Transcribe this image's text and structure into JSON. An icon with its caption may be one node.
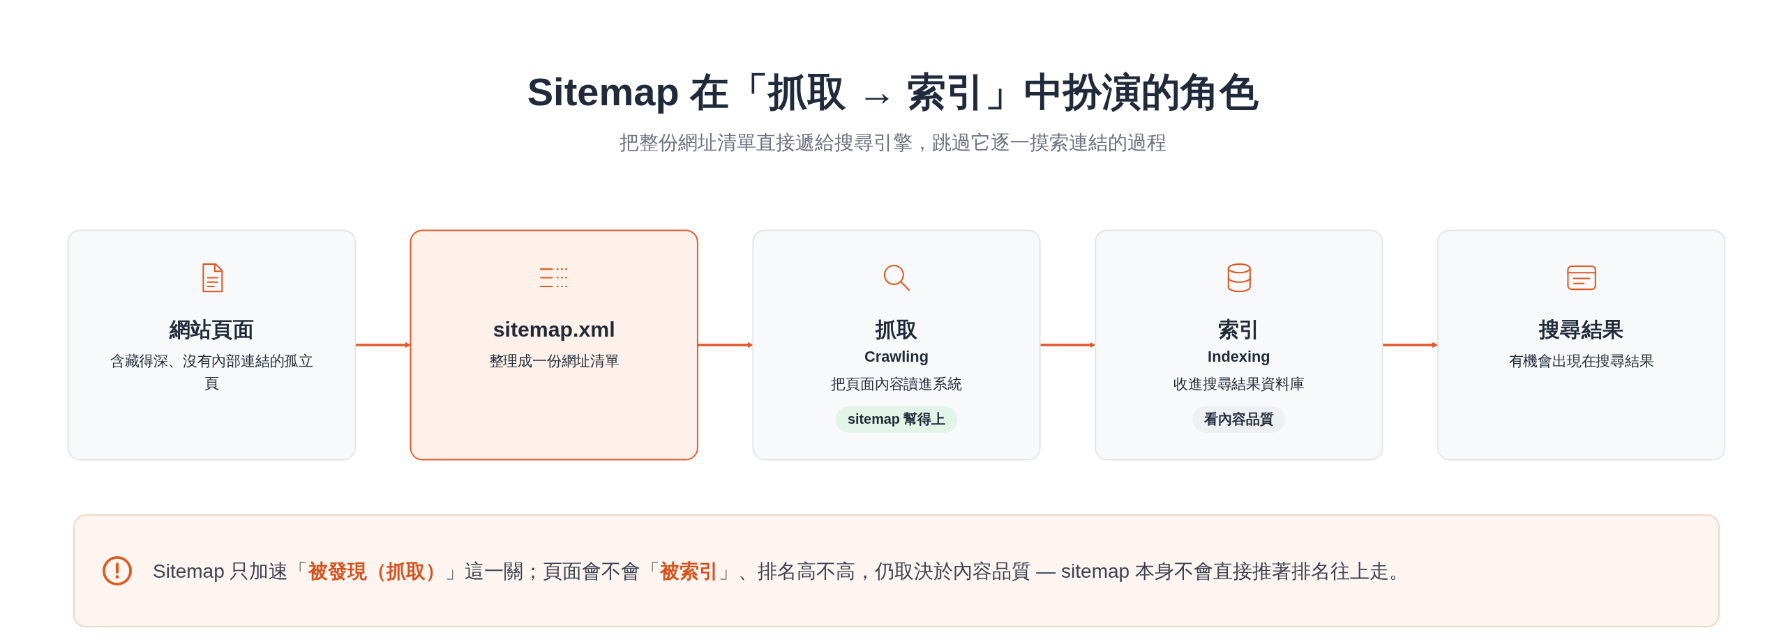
{
  "diagram": {
    "title": "Sitemap 在「抓取 → 索引」中扮演的角色",
    "nodes": [
      {
        "text": [
          "網站頁面",
          "含藏得深、沒有內部連結的孤立頁"
        ]
      },
      {
        "text": [
          "sitemap.xml",
          "整理成一份網址清單"
        ]
      },
      {
        "text": [
          "抓取",
          "Crawling",
          "把頁面內容讀進系統",
          "sitemap 幫得上"
        ]
      },
      {
        "text": [
          "索引",
          "Indexing",
          "收進搜尋結果資料庫",
          "看內容品質"
        ]
      },
      {
        "text": [
          "搜尋結果",
          "有機會出現在搜尋結果"
        ]
      }
    ],
    "edges": [
      {
        "from": 0,
        "to": 1,
        "arrow": "to"
      },
      {
        "from": 1,
        "to": 2,
        "arrow": "to"
      },
      {
        "from": 2,
        "to": 3,
        "arrow": "to"
      },
      {
        "from": 3,
        "to": 4,
        "arrow": "to"
      }
    ],
    "labels": [
      "把整份網址清單直接遞給搜尋引擎，跳過它逐一摸索連結的過程",
      "Sitemap 只加速「**被發現（抓取）**」這一關；頁面會不會「**被索引**」、排名高不高，仍取決於內容品質 — sitemap 本身不會直接推著排名往上走。"
    ]
  }
}
